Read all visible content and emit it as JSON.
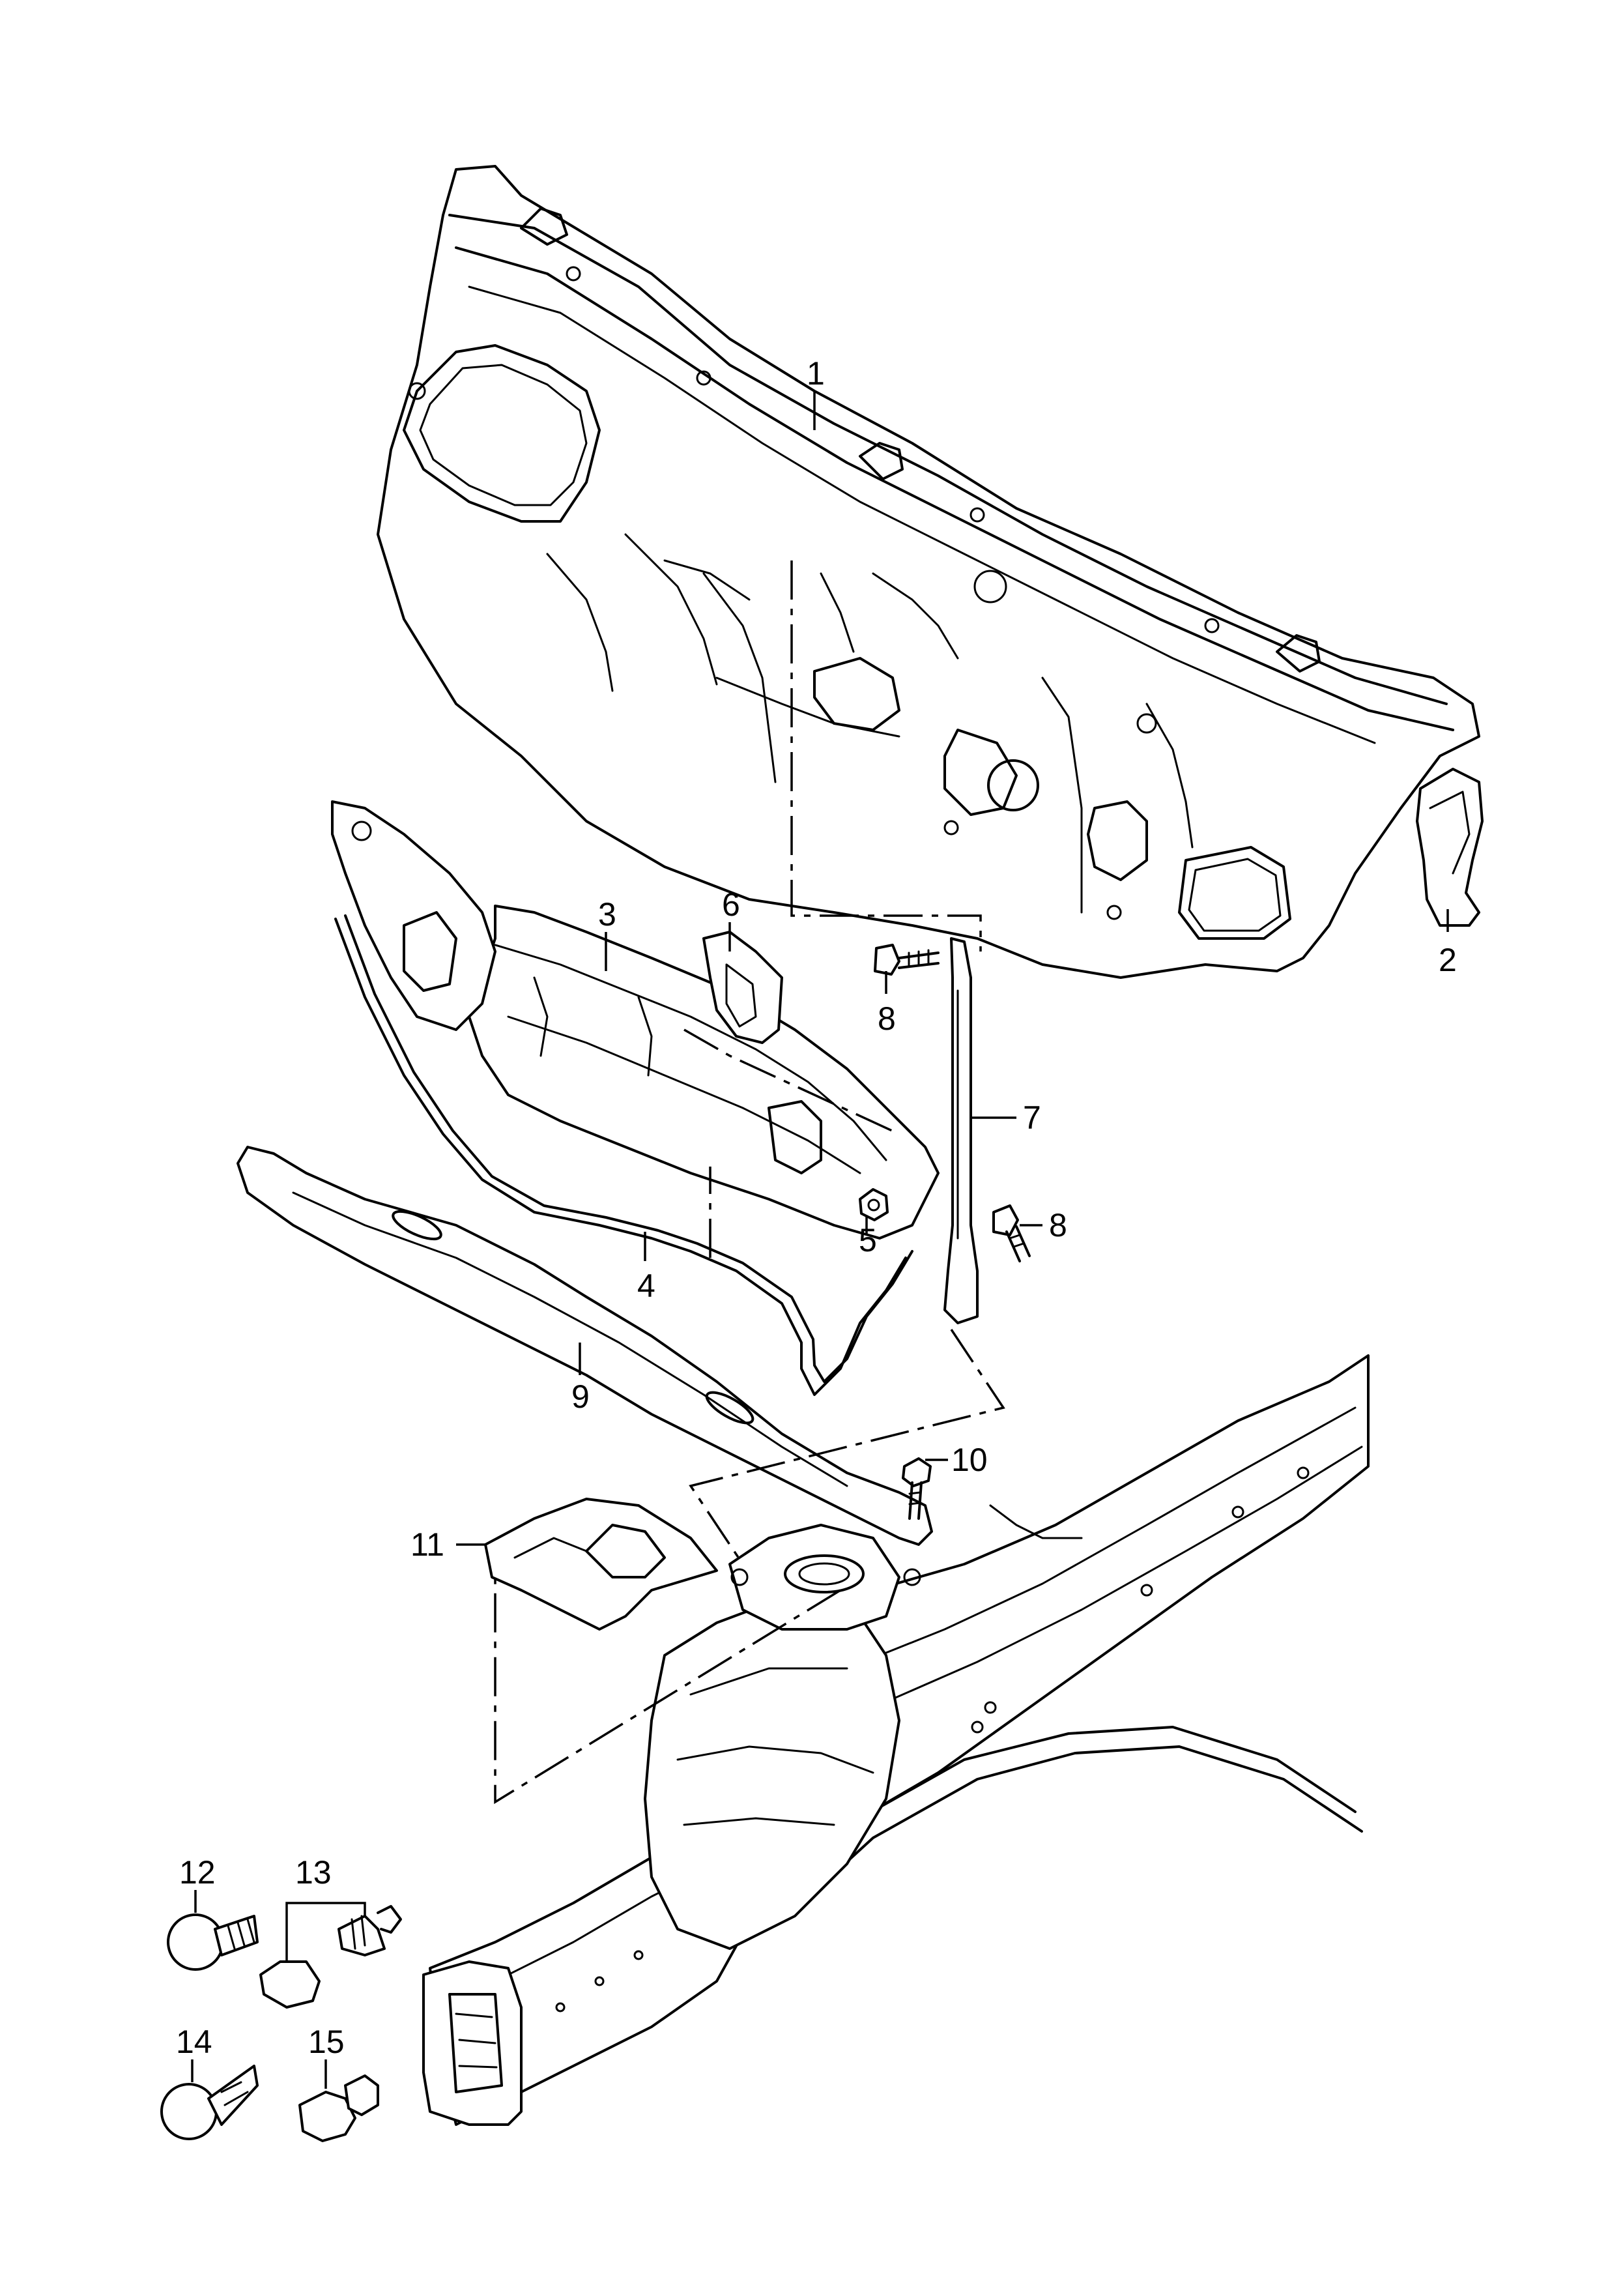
{
  "callouts": {
    "c1": "1",
    "c2": "2",
    "c3": "3",
    "c4": "4",
    "c5": "5",
    "c6": "6",
    "c7": "7",
    "c8a": "8",
    "c8b": "8",
    "c9": "9",
    "c10": "10",
    "c11": "11",
    "c12": "12",
    "c13": "13",
    "c14": "14",
    "c15": "15"
  }
}
